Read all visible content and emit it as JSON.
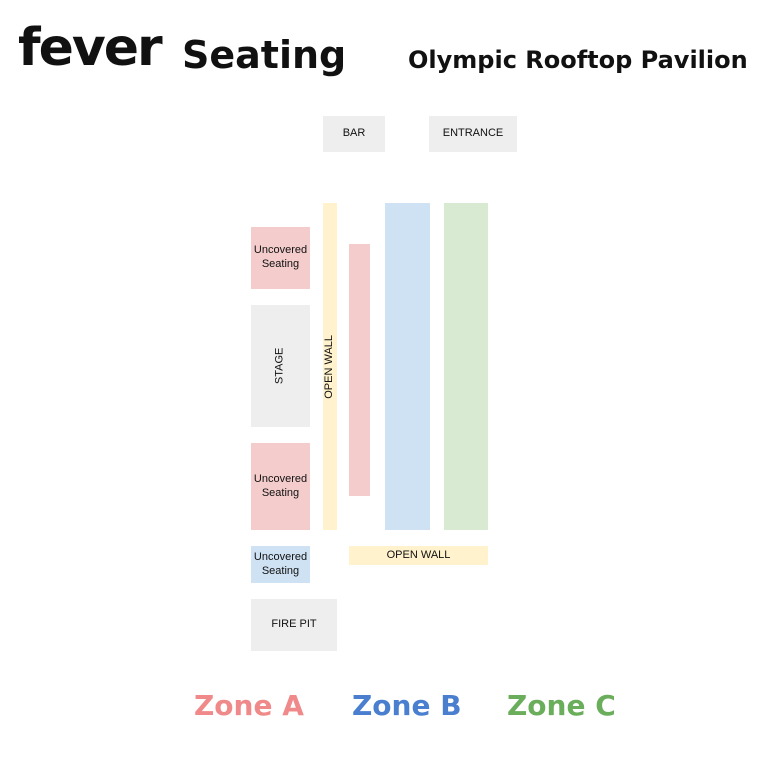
{
  "header": {
    "brand": "fever",
    "subtitle": "Seating",
    "venue": "Olympic Rooftop Pavilion"
  },
  "map": {
    "bar": "BAR",
    "entrance": "ENTRANCE",
    "uncovered_top": "Uncovered Seating",
    "stage": "STAGE",
    "uncovered_mid": "Uncovered Seating",
    "uncovered_bottom": "Uncovered Seating",
    "fire_pit": "FIRE PIT",
    "open_wall_vertical": "OPEN WALL",
    "open_wall_horizontal": "OPEN WALL"
  },
  "legend": {
    "zone_a": "Zone A",
    "zone_b": "Zone B",
    "zone_c": "Zone C"
  },
  "colors": {
    "zone_a": "#f08a8a",
    "zone_b": "#4a7fd0",
    "zone_c": "#6aad5a",
    "zone_a_fill": "#f4cccc",
    "zone_b_fill": "#cfe2f3",
    "zone_c_fill": "#d9ead3",
    "wall_fill": "#fff2cc",
    "facility_fill": "#eeeeee"
  }
}
